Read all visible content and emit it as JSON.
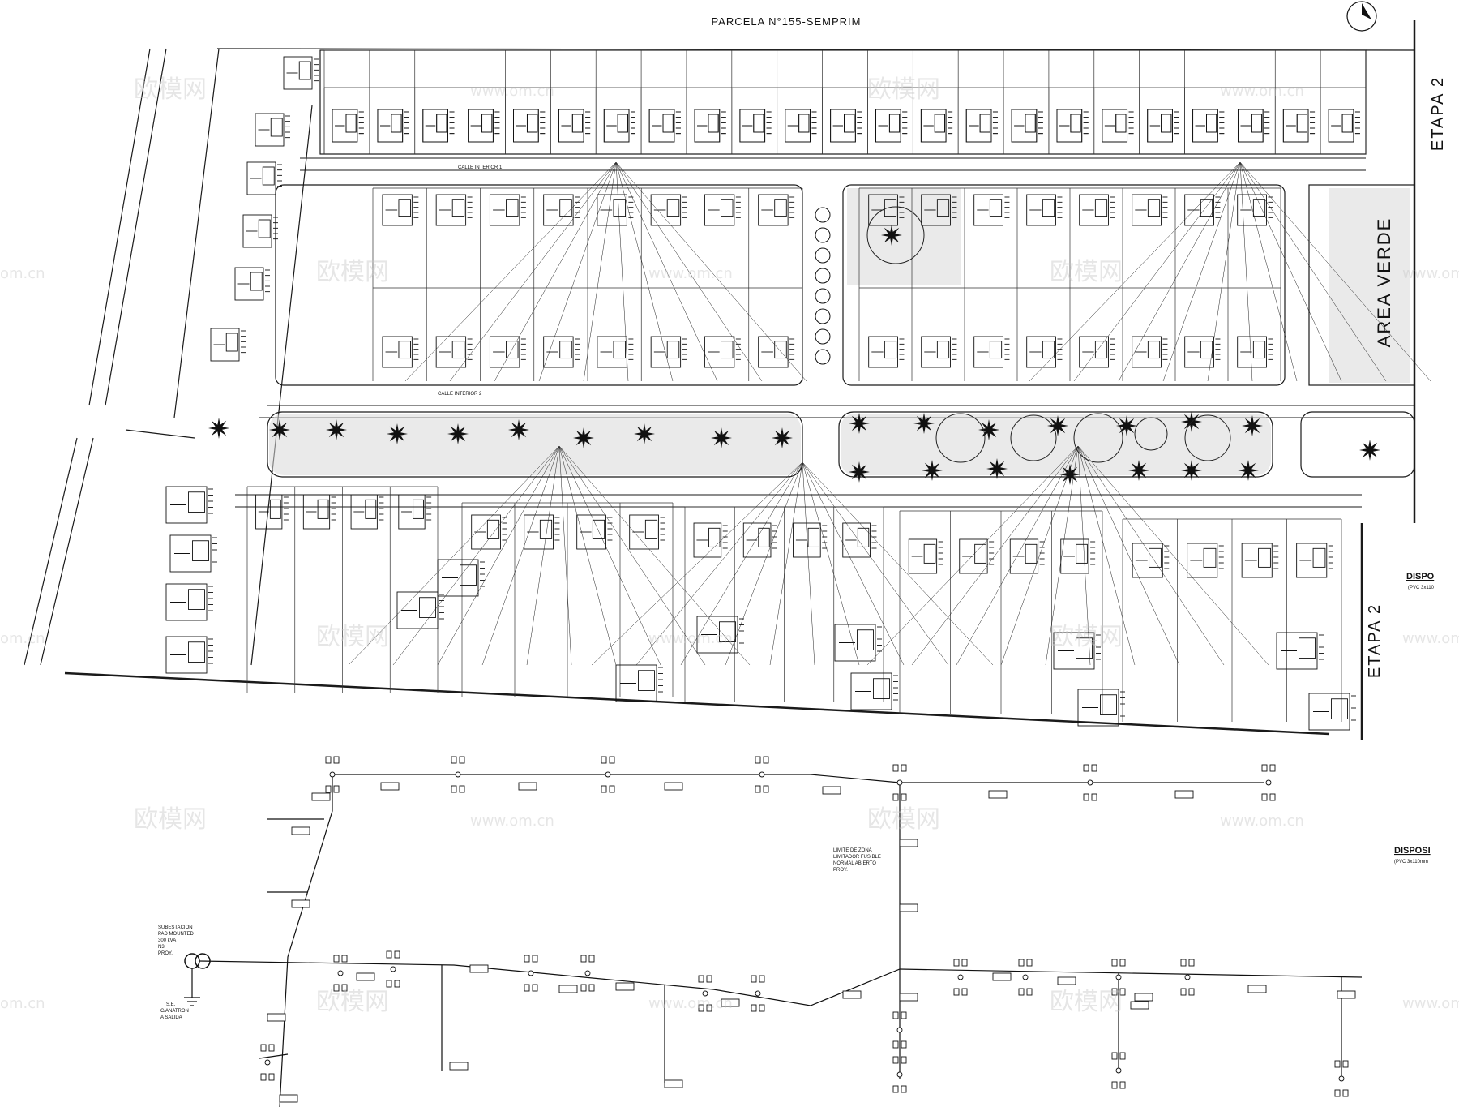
{
  "header": {
    "parcel_title": "PARCELA N°155-SEMPRIM"
  },
  "labels": {
    "etapa_right": "ETAPA 2",
    "etapa_lower": "ETAPA 2",
    "area_verde": "AREA VERDE",
    "calle_top": "CALLE INTERIOR 1",
    "calle_middle": "CALLE INTERIOR 2",
    "substation": [
      "SUBESTACION",
      "PAD MOUNTED",
      "300 kVA",
      "N3",
      "PROY."
    ],
    "ground": [
      "S.E.",
      "C/ANATRON",
      "A SALIDA"
    ],
    "limit_note": [
      "LIMITE DE ZONA",
      "LIMITADOR FUSIBLE",
      "NORMAL ABIERTO",
      "PROY."
    ],
    "disposi_1": "DISPO",
    "disposi_1_sub": "(PVC 3x110",
    "disposi_2": "DISPOSI",
    "disposi_2_sub": "(PVC 3x110mm"
  },
  "watermarks": {
    "cn": "欧模网",
    "url": "www.om.cn",
    "url_short": "om.cn"
  },
  "colors": {
    "line": "#1a1a1a",
    "background": "#ffffff",
    "watermark": "#c9c9c9"
  }
}
